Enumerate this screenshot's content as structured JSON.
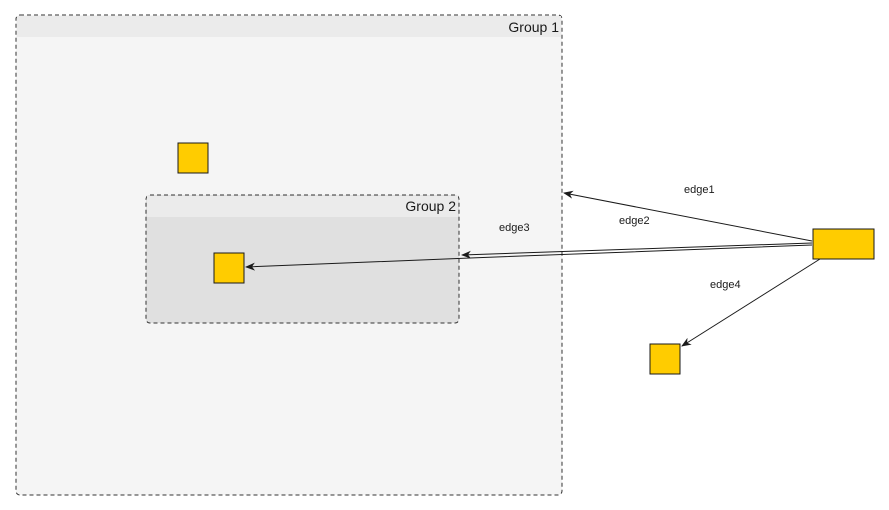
{
  "groups": {
    "group1": {
      "title": "Group 1"
    },
    "group2": {
      "title": "Group 2"
    }
  },
  "edges": {
    "edge1": {
      "label": "edge1"
    },
    "edge2": {
      "label": "edge2"
    },
    "edge3": {
      "label": "edge3"
    },
    "edge4": {
      "label": "edge4"
    }
  },
  "colors": {
    "node_fill": "#ffcc00",
    "node_stroke": "#1a1a1a",
    "group1_fill": "#f5f5f5",
    "group1_header": "#ebebeb",
    "group2_fill": "#e0e0e0",
    "group2_header": "#ebebeb",
    "group_border": "#333333",
    "edge_stroke": "#1a1a1a"
  }
}
